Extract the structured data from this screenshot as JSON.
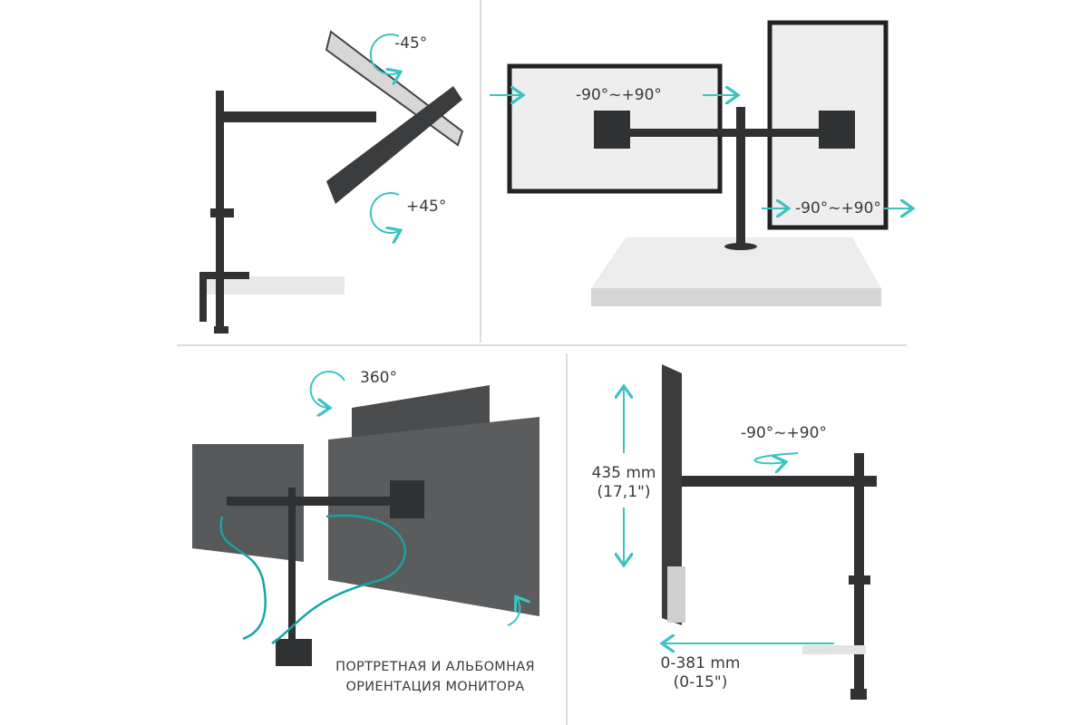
{
  "colors": {
    "accent": "#3bc3c1",
    "metal": "#2f3133",
    "screen": "#eeeeee",
    "divider": "#d0d0d0"
  },
  "panel_tilt": {
    "tilt_up": "-45°",
    "tilt_down": "+45°"
  },
  "panel_dual": {
    "rotation_left": "-90°~+90°",
    "rotation_right": "-90°~+90°"
  },
  "panel_portrait": {
    "swivel": "360°",
    "caption_line1": "ПОРТРЕТНАЯ И АЛЬБОМНАЯ",
    "caption_line2": "ОРИЕНТАЦИЯ МОНИТОРА"
  },
  "panel_dimensions": {
    "rotation": "-90°~+90°",
    "height_mm": "435 mm",
    "height_in": "(17,1\")",
    "reach_mm": "0-381 mm",
    "reach_in": "(0-15\")"
  }
}
